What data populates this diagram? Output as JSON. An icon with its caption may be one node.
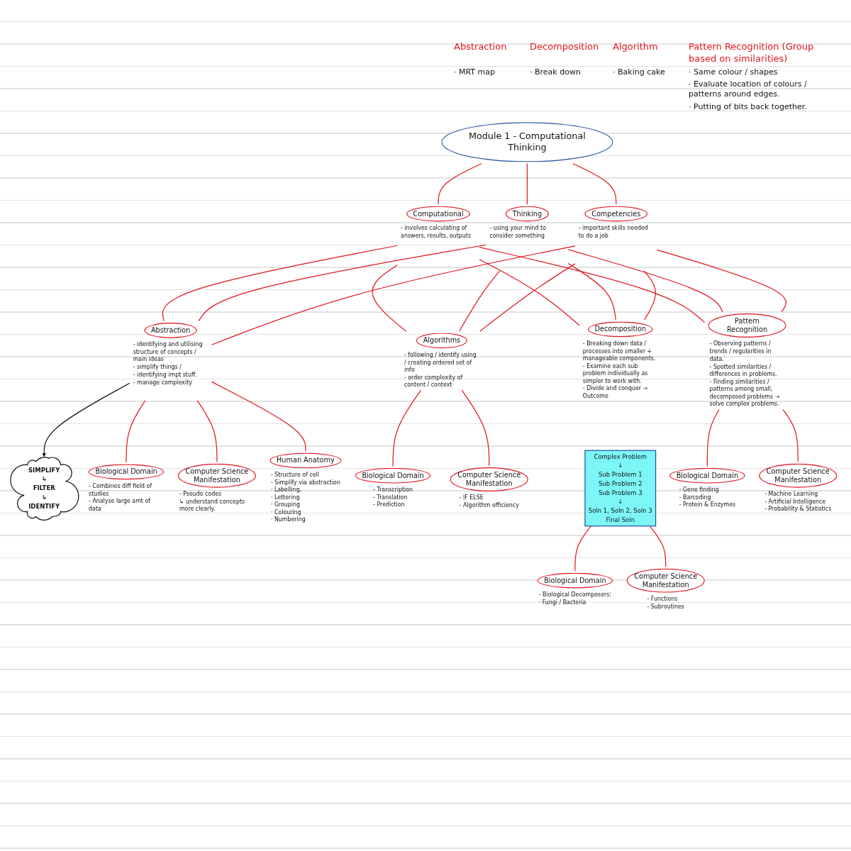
{
  "diagram": {
    "nodes": [
      {
        "text": [
          "Module 1 - Computational Thinking"
        ]
      },
      {
        "text": [
          "Computational"
        ],
        "beside": [
          "- involves calculating of answers, results, outputs"
        ]
      },
      {
        "text": [
          "Thinking"
        ],
        "beside": [
          "- using your mind to consider something"
        ]
      },
      {
        "text": [
          "Competencies"
        ],
        "beside": [
          "- important skills needed to do a job"
        ]
      },
      {
        "text": [
          "SIMPLIFY",
          "↳",
          "FILTER",
          "↳",
          "IDENTIFY"
        ]
      },
      {
        "text": [
          "Abstraction"
        ],
        "beside": [
          "- identifying and utilising structure of concepts / main ideas",
          "- simplify things /",
          "- identifying impt stuff.",
          "- manage complexity"
        ]
      },
      {
        "text": [
          "Algorithms"
        ],
        "beside": [
          "- following / identify using / creating ordered set of info",
          "- order complexity of content / context"
        ]
      },
      {
        "text": [
          "Decomposition"
        ],
        "beside": [
          "- Breaking down data / processes into smaller + manageable components.",
          "- Examine each sub problem individually as simpler to work with.",
          "- Divide and conquer → Outcome"
        ]
      },
      {
        "text": [
          "Pattern Recognition"
        ],
        "beside": [
          "- Observing patterns / trends / regularities in data.",
          "- Spotted similarities / differences in problems.",
          "- Finding similarities / patterns among small, decomposed problems → solve complex problems."
        ]
      },
      {
        "text": [
          "Biological Domain"
        ],
        "beside": [
          "- Combines diff field of studies",
          "- Analyse large amt of data"
        ]
      },
      {
        "text": [
          "Computer Science Manifestation"
        ],
        "beside": [
          "- Pseudo codes",
          "↳ understand concepts more clearly."
        ]
      },
      {
        "text": [
          "Human Anatomy"
        ],
        "beside": [
          "- Structure of cell",
          "- Simplify via abstraction",
          "· Labelling,",
          "· Lettering",
          "· Grouping",
          "· Colouring",
          "· Numbering"
        ]
      },
      {
        "text": [
          "Biological Domain"
        ],
        "beside": [
          "- Transcription",
          "- Translation",
          "- Prediction"
        ]
      },
      {
        "text": [
          "Computer Science Manifestation"
        ],
        "beside": [
          "- IF ELSE",
          "- Algorithm efficiency"
        ]
      },
      {
        "text": [
          "Complex Problem",
          "↓",
          "Sub Problem 1",
          "Sub Problem 2",
          "Sub Problem 3",
          "↓",
          "Soln 1, Soln 2, Soln 3",
          "Final Soln"
        ]
      },
      {
        "text": [
          "Biological Domain"
        ],
        "beside": [
          "- Gene finding",
          "- Barcoding",
          "- Protein & Enzymes"
        ]
      },
      {
        "text": [
          "Computer Science Manifestation"
        ],
        "beside": [
          "- Machine Learning",
          "- Artificial Intelligence",
          "- Probability & Statistics"
        ]
      },
      {
        "text": [
          "Biological Domain"
        ],
        "beside": [
          "- Biological Decomposers:",
          "· Fungi / Bacteria"
        ]
      },
      {
        "text": [
          "Computer Science Manifestation"
        ],
        "beside": [
          "- Functions",
          "- Subroutines"
        ]
      }
    ],
    "edges": [
      {
        "from": 0,
        "to": 1,
        "arrow": "none"
      },
      {
        "from": 0,
        "to": 2,
        "arrow": "none"
      },
      {
        "from": 0,
        "to": 3,
        "arrow": "none"
      },
      {
        "from": 1,
        "to": 5,
        "arrow": "none"
      },
      {
        "from": 1,
        "to": 6,
        "arrow": "none"
      },
      {
        "from": 1,
        "to": 7,
        "arrow": "none"
      },
      {
        "from": 1,
        "to": 8,
        "arrow": "none"
      },
      {
        "from": 2,
        "to": 5,
        "arrow": "none"
      },
      {
        "from": 2,
        "to": 6,
        "arrow": "none"
      },
      {
        "from": 2,
        "to": 7,
        "arrow": "none"
      },
      {
        "from": 2,
        "to": 8,
        "arrow": "none"
      },
      {
        "from": 3,
        "to": 5,
        "arrow": "none"
      },
      {
        "from": 3,
        "to": 6,
        "arrow": "none"
      },
      {
        "from": 3,
        "to": 7,
        "arrow": "none"
      },
      {
        "from": 3,
        "to": 8,
        "arrow": "none"
      },
      {
        "from": 5,
        "to": 4,
        "arrow": "to",
        "color": "#111111"
      },
      {
        "from": 5,
        "to": 9,
        "arrow": "none"
      },
      {
        "from": 5,
        "to": 10,
        "arrow": "none"
      },
      {
        "from": 5,
        "to": 11,
        "arrow": "none"
      },
      {
        "from": 6,
        "to": 12,
        "arrow": "none"
      },
      {
        "from": 6,
        "to": 13,
        "arrow": "none"
      },
      {
        "from": 8,
        "to": 15,
        "arrow": "none"
      },
      {
        "from": 8,
        "to": 16,
        "arrow": "none"
      },
      {
        "from": 14,
        "to": 17,
        "arrow": "none"
      },
      {
        "from": 14,
        "to": 18,
        "arrow": "none"
      }
    ],
    "labels": [
      "Abstraction",
      "Decomposition",
      "Algorithm",
      "Pattern Recognition (Group based on similarities)",
      "· MRT map",
      "· Break down",
      "· Baking cake",
      "· Same colour / shapes",
      "· Evaluate location of colours / patterns around edges.",
      "· Putting of bits back together."
    ]
  }
}
